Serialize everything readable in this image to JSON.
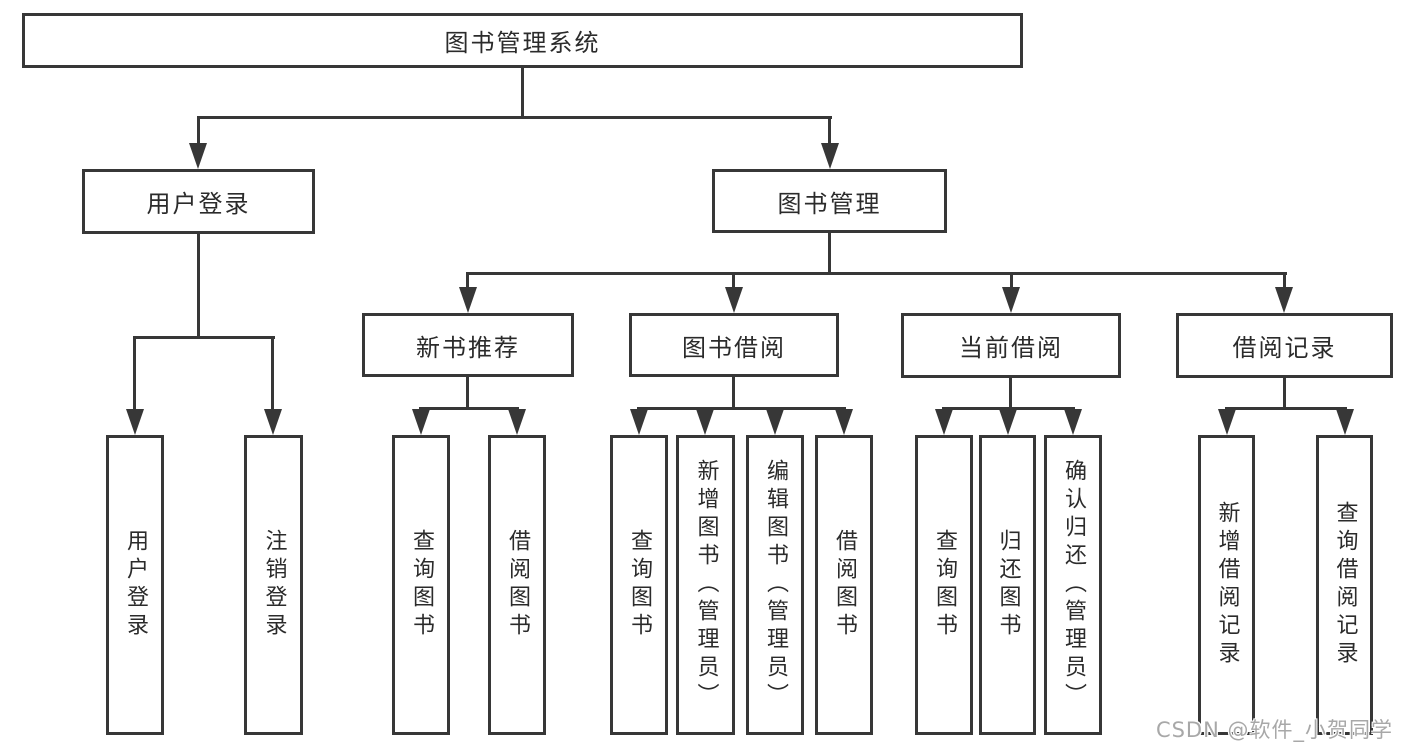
{
  "diagram": {
    "root": {
      "label": "图书管理系统"
    },
    "branches": [
      {
        "label": "用户登录",
        "children": [
          {
            "label": "用户登录"
          },
          {
            "label": "注销登录"
          }
        ]
      },
      {
        "label": "图书管理",
        "children": [
          {
            "label": "新书推荐",
            "children": [
              {
                "label": "查询图书"
              },
              {
                "label": "借阅图书"
              }
            ]
          },
          {
            "label": "图书借阅",
            "children": [
              {
                "label": "查询图书"
              },
              {
                "label": "新增图书（管理员）"
              },
              {
                "label": "编辑图书（管理员）"
              },
              {
                "label": "借阅图书"
              }
            ]
          },
          {
            "label": "当前借阅",
            "children": [
              {
                "label": "查询图书"
              },
              {
                "label": "归还图书"
              },
              {
                "label": "确认归还（管理员）"
              }
            ]
          },
          {
            "label": "借阅记录",
            "children": [
              {
                "label": "新增借阅记录"
              },
              {
                "label": "查询借阅记录"
              }
            ]
          }
        ]
      }
    ],
    "colors": {
      "line": "#373737",
      "text": "#2b2b2b",
      "box_background": "#ffffff",
      "page_background": "#ffffff",
      "watermark": "#a8a8a8"
    }
  },
  "watermark": {
    "text": "CSDN @软件_小贺同学"
  }
}
